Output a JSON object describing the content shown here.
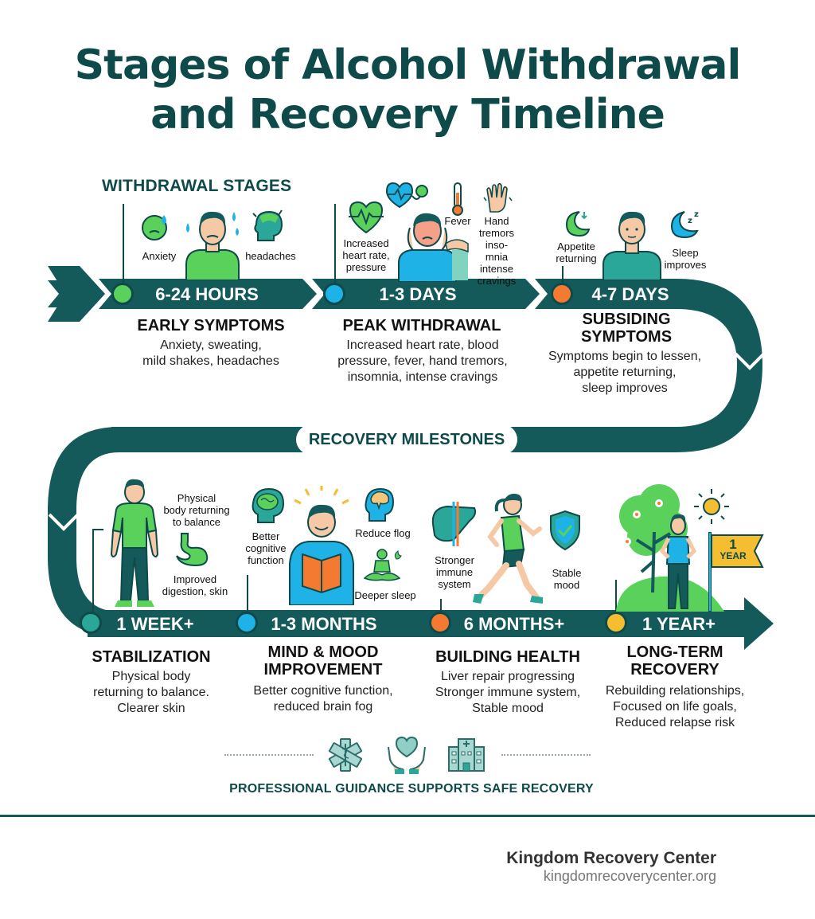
{
  "title": {
    "line1": "Stages of Alcohol Withdrawal",
    "line2": "and Recovery Timeline"
  },
  "colors": {
    "primary_teal": "#145a5b",
    "title_teal": "#0f4a4a",
    "green": "#5ad15a",
    "blue": "#1fb2e6",
    "orange": "#f47a32",
    "yellow": "#f5bd30",
    "teal_dot": "#2ba79a"
  },
  "withdrawal": {
    "section_label": "WITHDRAWAL STAGES",
    "stages": [
      {
        "time": "6-24 HOURS",
        "title": "EARLY SYMPTOMS",
        "desc_lines": [
          "Anxiety, sweating,",
          "mild shakes, headaches"
        ],
        "dot_color": "green",
        "icons": [
          {
            "name": "anxious-face-icon",
            "label": "Anxiety"
          },
          {
            "name": "sweating-person-icon",
            "label": ""
          },
          {
            "name": "headache-icon",
            "label": "headaches"
          }
        ]
      },
      {
        "time": "1-3 DAYS",
        "title": "PEAK WITHDRAWAL",
        "desc_lines": [
          "Increased heart rate, blood",
          "pressure, fever, hand tremors,",
          "insomnia, intense cravings"
        ],
        "dot_color": "blue",
        "icons": [
          {
            "name": "heart-rate-icon",
            "label_lines": [
              "Increased",
              "heart rate,",
              "pressure"
            ]
          },
          {
            "name": "blood-pressure-icon",
            "label": ""
          },
          {
            "name": "thermometer-icon",
            "label": "Fever"
          },
          {
            "name": "shaking-hand-icon",
            "label_lines": [
              "Hand",
              "tremors",
              "inso-",
              "mnia",
              "intense",
              "cravings"
            ]
          }
        ]
      },
      {
        "time": "4-7 DAYS",
        "title_lines": [
          "SUBSIDING",
          "SYMPTOMS"
        ],
        "desc_lines": [
          "Symptoms begin to lessen,",
          "appetite returning,",
          "sleep improves"
        ],
        "dot_color": "orange",
        "icons": [
          {
            "name": "moon-appetite-icon",
            "label_lines": [
              "Appetite",
              "returning"
            ]
          },
          {
            "name": "calm-person-icon",
            "label": ""
          },
          {
            "name": "sleep-moon-icon",
            "label_lines": [
              "Sleep",
              "improves"
            ]
          }
        ]
      }
    ]
  },
  "recovery": {
    "section_label": "RECOVERY MILESTONES",
    "stages": [
      {
        "time": "1 WEEK+",
        "title": "STABILIZATION",
        "desc_lines": [
          "Physical body",
          "returning to balance.",
          "Clearer skin"
        ],
        "dot_color": "teal_dot",
        "icons": [
          {
            "name": "standing-person-icon",
            "label": ""
          },
          {
            "name": "body-balance-label",
            "label_lines": [
              "Physical",
              "body returning",
              "to balance"
            ]
          },
          {
            "name": "stomach-icon",
            "label_lines": [
              "Improved",
              "digestion, skin"
            ]
          }
        ]
      },
      {
        "time": "1-3 MONTHS",
        "title_lines": [
          "MIND & MOOD",
          "IMPROVEMENT"
        ],
        "desc_lines": [
          "Better cognitive function,",
          "reduced brain fog"
        ],
        "dot_color": "blue",
        "icons": [
          {
            "name": "brain-head-icon",
            "label_lines": [
              "Better",
              "cognitive",
              "function"
            ]
          },
          {
            "name": "reading-person-icon",
            "label": ""
          },
          {
            "name": "clear-head-icon",
            "label": "Reduce flog"
          },
          {
            "name": "meditation-icon",
            "label": "Deeper sleep"
          }
        ]
      },
      {
        "time": "6 MONTHS+",
        "title": "BUILDING HEALTH",
        "desc_lines": [
          "Liver repair progressing",
          "Stronger immune system,",
          "Stable mood"
        ],
        "dot_color": "orange",
        "icons": [
          {
            "name": "liver-icon",
            "label_lines": [
              "Stronger",
              "immune",
              "system"
            ]
          },
          {
            "name": "runner-icon",
            "label": ""
          },
          {
            "name": "shield-check-icon",
            "label_lines": [
              "Stable",
              "mood"
            ]
          }
        ]
      },
      {
        "time": "1 YEAR+",
        "title_lines": [
          "LONG-TERM",
          "RECOVERY"
        ],
        "desc_lines": [
          "Rebuilding relationships,",
          "Focused on life goals,",
          "Reduced relapse risk"
        ],
        "dot_color": "yellow",
        "icons": [
          {
            "name": "tree-icon",
            "label": ""
          },
          {
            "name": "confident-person-icon",
            "label": ""
          },
          {
            "name": "sun-icon",
            "label": ""
          },
          {
            "name": "one-year-flag-icon",
            "label_lines": [
              "1",
              "YEAR"
            ]
          }
        ]
      }
    ]
  },
  "footer": {
    "guidance": "PROFESSIONAL GUIDANCE SUPPORTS SAFE RECOVERY",
    "icons": [
      "star-of-life-icon",
      "caring-hands-heart-icon",
      "hospital-icon"
    ],
    "brand": "Kingdom Recovery Center",
    "url": "kingdomrecoverycenter.org"
  }
}
